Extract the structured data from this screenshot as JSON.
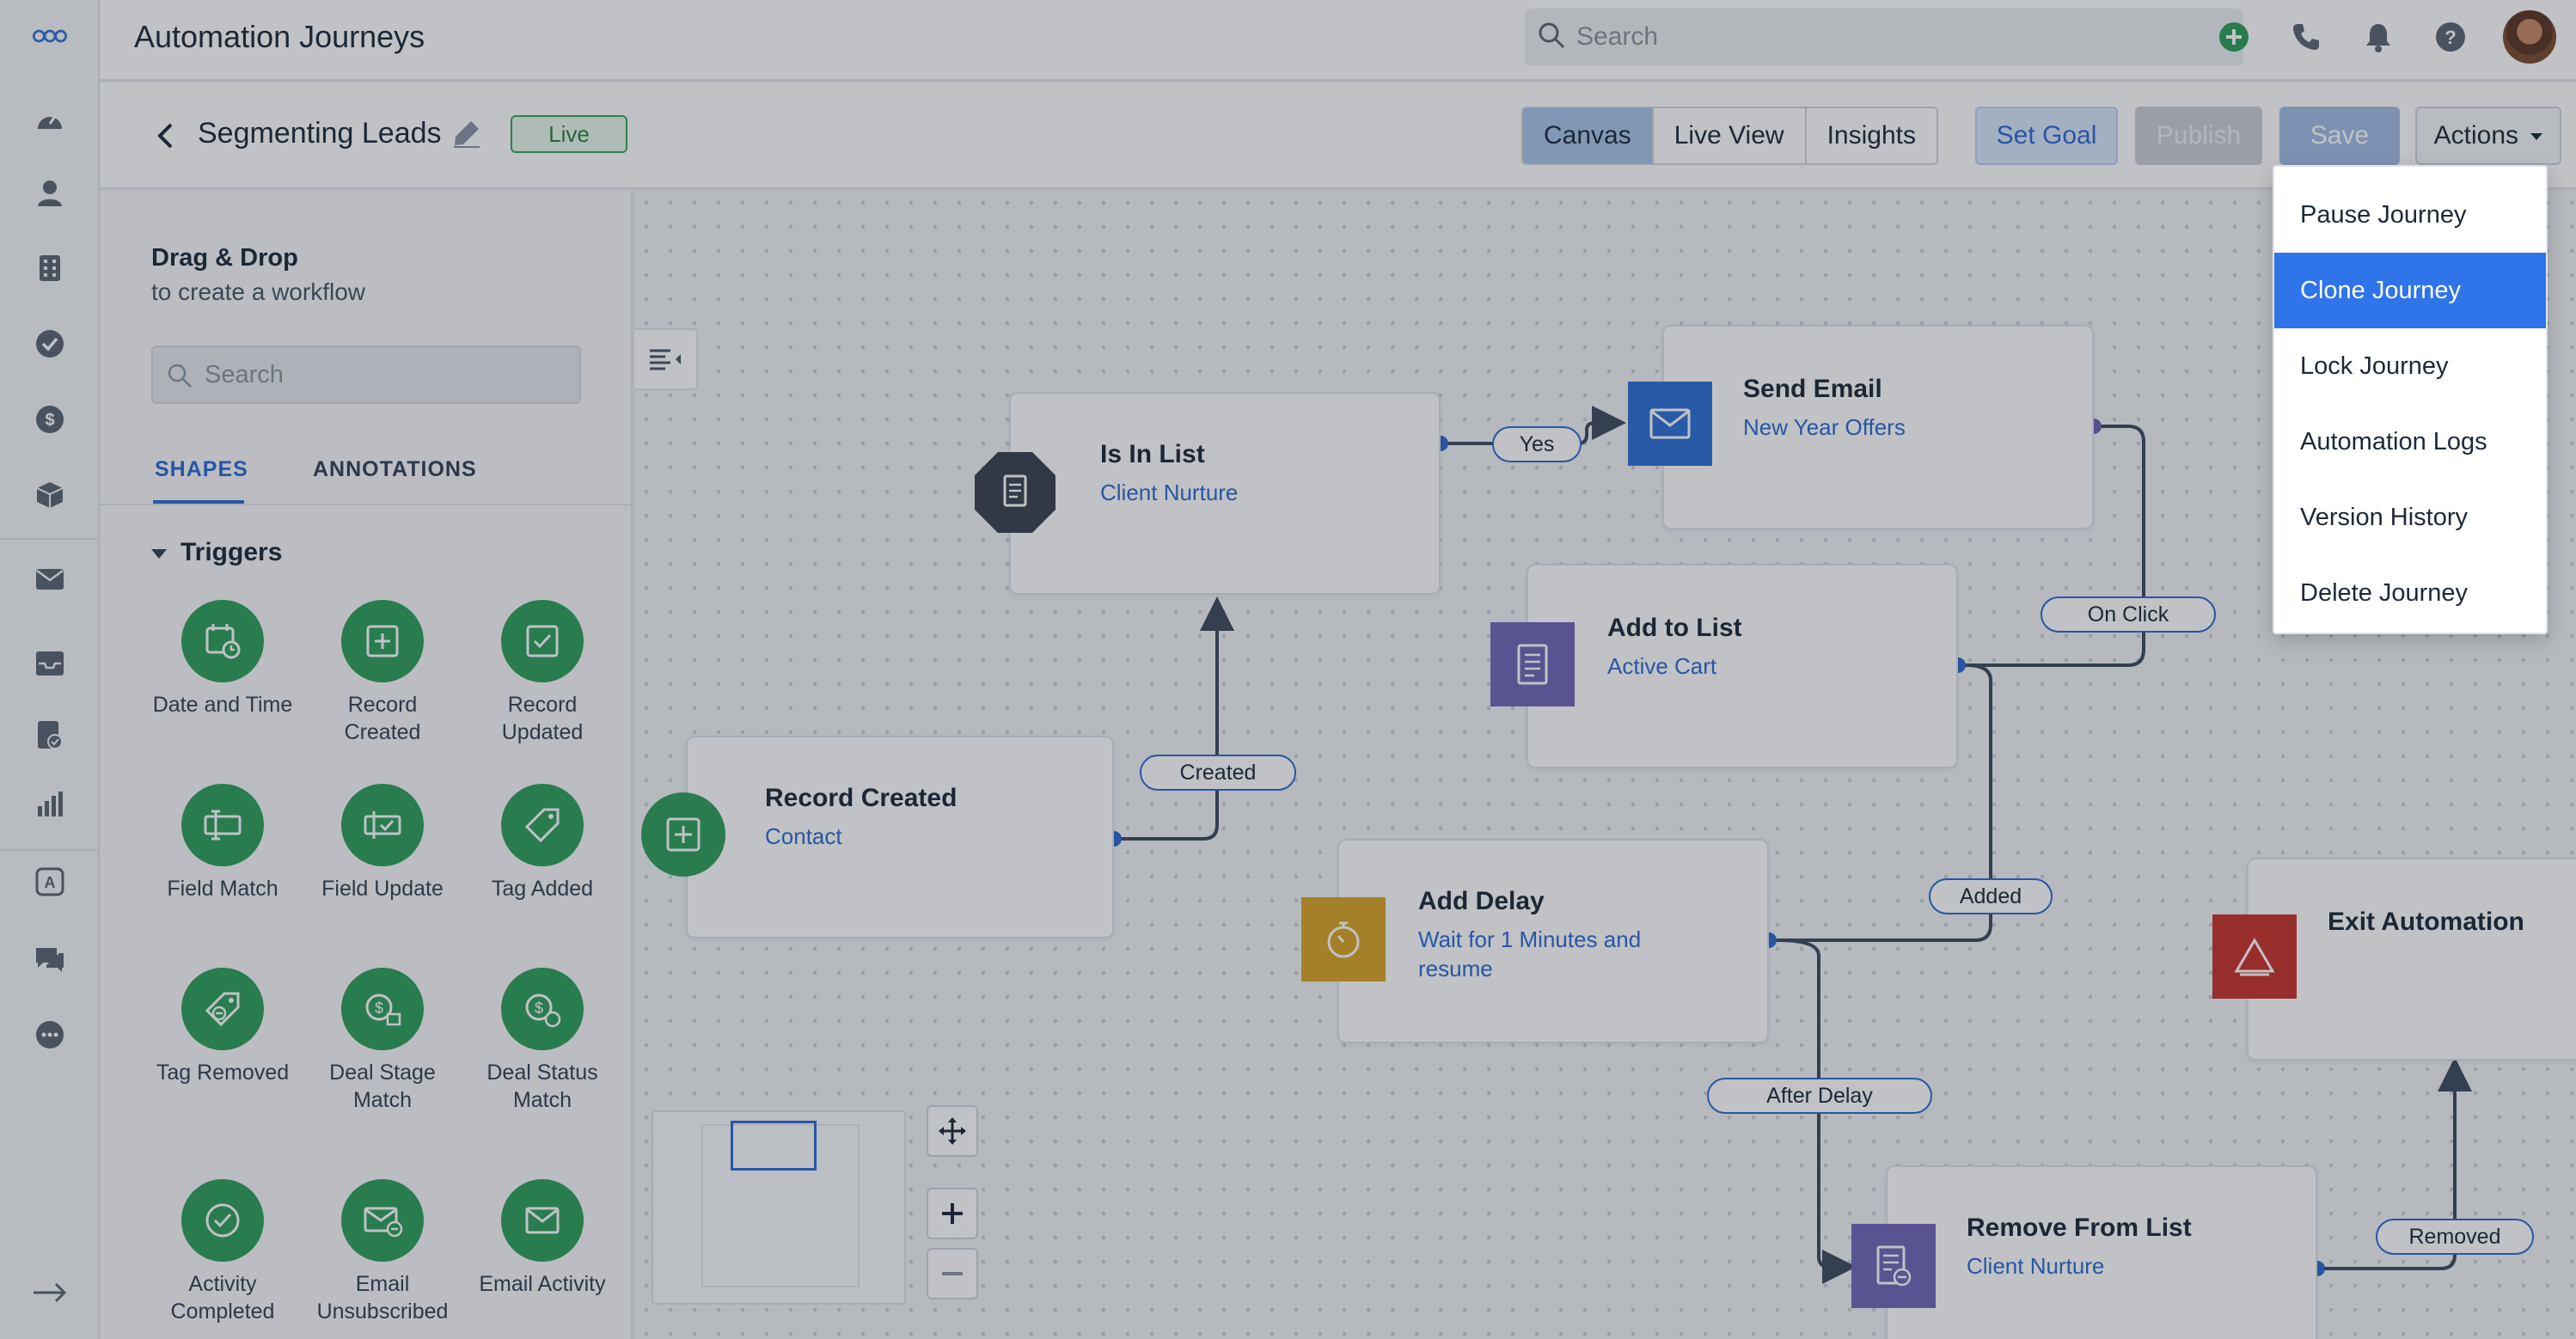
{
  "app": {
    "title": "Automation Journeys"
  },
  "search": {
    "placeholder": "Search"
  },
  "journey": {
    "name": "Segmenting Leads",
    "status": "Live"
  },
  "view_tabs": [
    "Canvas",
    "Live View",
    "Insights"
  ],
  "active_view": "Canvas",
  "header_buttons": {
    "set_goal": "Set Goal",
    "publish": "Publish",
    "save": "Save",
    "actions": "Actions"
  },
  "actions_menu": {
    "items": [
      "Pause Journey",
      "Clone Journey",
      "Lock Journey",
      "Automation Logs",
      "Version History",
      "Delete Journey"
    ],
    "highlighted": "Clone Journey"
  },
  "panel": {
    "title": "Drag & Drop",
    "subtitle": "to create a workflow",
    "search_placeholder": "Search",
    "tabs": [
      "SHAPES",
      "ANNOTATIONS"
    ],
    "section": "Triggers",
    "shapes": [
      "Date and Time",
      "Record Created",
      "Record Updated",
      "Field Match",
      "Field Update",
      "Tag Added",
      "Tag Removed",
      "Deal Stage Match",
      "Deal Status Match",
      "Activity Completed",
      "Email Unsubscribed",
      "Email Activity"
    ]
  },
  "nodes": {
    "record_created": {
      "title": "Record Created",
      "subtitle": "Contact"
    },
    "is_in_list": {
      "title": "Is In List",
      "subtitle": "Client Nurture"
    },
    "send_email": {
      "title": "Send Email",
      "subtitle": "New Year Offers"
    },
    "add_to_list": {
      "title": "Add to List",
      "subtitle": "Active Cart"
    },
    "add_delay": {
      "title": "Add Delay",
      "subtitle": "Wait for 1 Minutes and resume"
    },
    "remove_from_list": {
      "title": "Remove From List",
      "subtitle": "Client Nurture"
    },
    "exit_automation": {
      "title": "Exit Automation"
    }
  },
  "edge_labels": {
    "created": "Created",
    "yes": "Yes",
    "on_click": "On Click",
    "added": "Added",
    "after_delay": "After Delay",
    "removed": "Removed"
  },
  "colors": {
    "accent": "#2c6ad1",
    "trigger_green": "#2e9e5b",
    "email_blue": "#2f6fd6",
    "list_purple": "#7266b8",
    "delay_yellow": "#d9a526",
    "exit_red": "#c8322a",
    "condition_dark": "#3b4250",
    "menu_highlight": "#2f74e8"
  }
}
